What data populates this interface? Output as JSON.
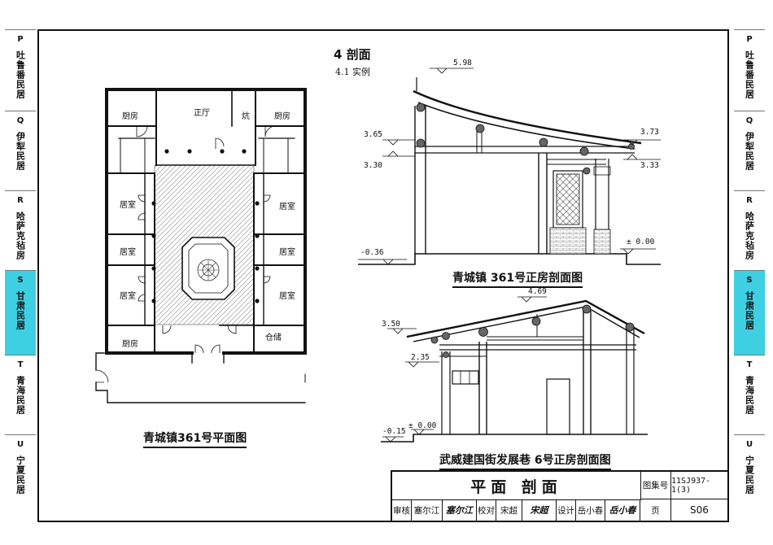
{
  "side_tabs": [
    {
      "letter": "P",
      "name": "吐鲁番民居",
      "active": false
    },
    {
      "letter": "Q",
      "name": "伊犁民居",
      "active": false
    },
    {
      "letter": "R",
      "name": "哈萨克毡房",
      "active": false
    },
    {
      "letter": "S",
      "name": "甘肃民居",
      "active": true
    },
    {
      "letter": "T",
      "name": "青海民居",
      "active": false
    },
    {
      "letter": "U",
      "name": "宁夏民居",
      "active": false
    }
  ],
  "heading": {
    "section": "4  剖面",
    "subsection": "4.1  实例"
  },
  "plan": {
    "caption": "青城镇361号平面图",
    "rooms": {
      "kitchen_tl": "厨房",
      "main_hall": "正厅",
      "kang": "炕",
      "kitchen_tr": "厨房",
      "bed_l1": "居室",
      "bed_l2": "居室",
      "bed_l3": "居室",
      "bed_r1": "居室",
      "bed_r2": "居室",
      "bed_r3": "居室",
      "kitchen_bl": "厨房",
      "storage": "仓储"
    }
  },
  "section1": {
    "caption": "青城镇 361号正房剖面图",
    "elevations": {
      "ridge": "5.98",
      "left_top": "3.65",
      "left_bottom": "3.30",
      "right_top": "3.73",
      "right_bottom": "3.33",
      "floor": "± 0.00",
      "ground": "-0.36"
    }
  },
  "section2": {
    "caption": "武威建国街发展巷 6号正房剖面图",
    "elevations": {
      "ridge": "4.69",
      "eave": "3.50",
      "beam": "2.35",
      "ground": "-0.15",
      "floor": "± 0.00"
    }
  },
  "title_block": {
    "title": "平面  剖面",
    "atlas_label": "图集号",
    "atlas_no": "11SJ937-1(3)",
    "review_label": "审核",
    "reviewer": "塞尔江",
    "reviewer_sig": "塞尔江",
    "check_label": "校对",
    "checker": "宋超",
    "checker_sig": "宋超",
    "design_label": "设计",
    "designer": "岳小春",
    "designer_sig": "岳小春",
    "page_label": "页",
    "page_no": "S06"
  }
}
